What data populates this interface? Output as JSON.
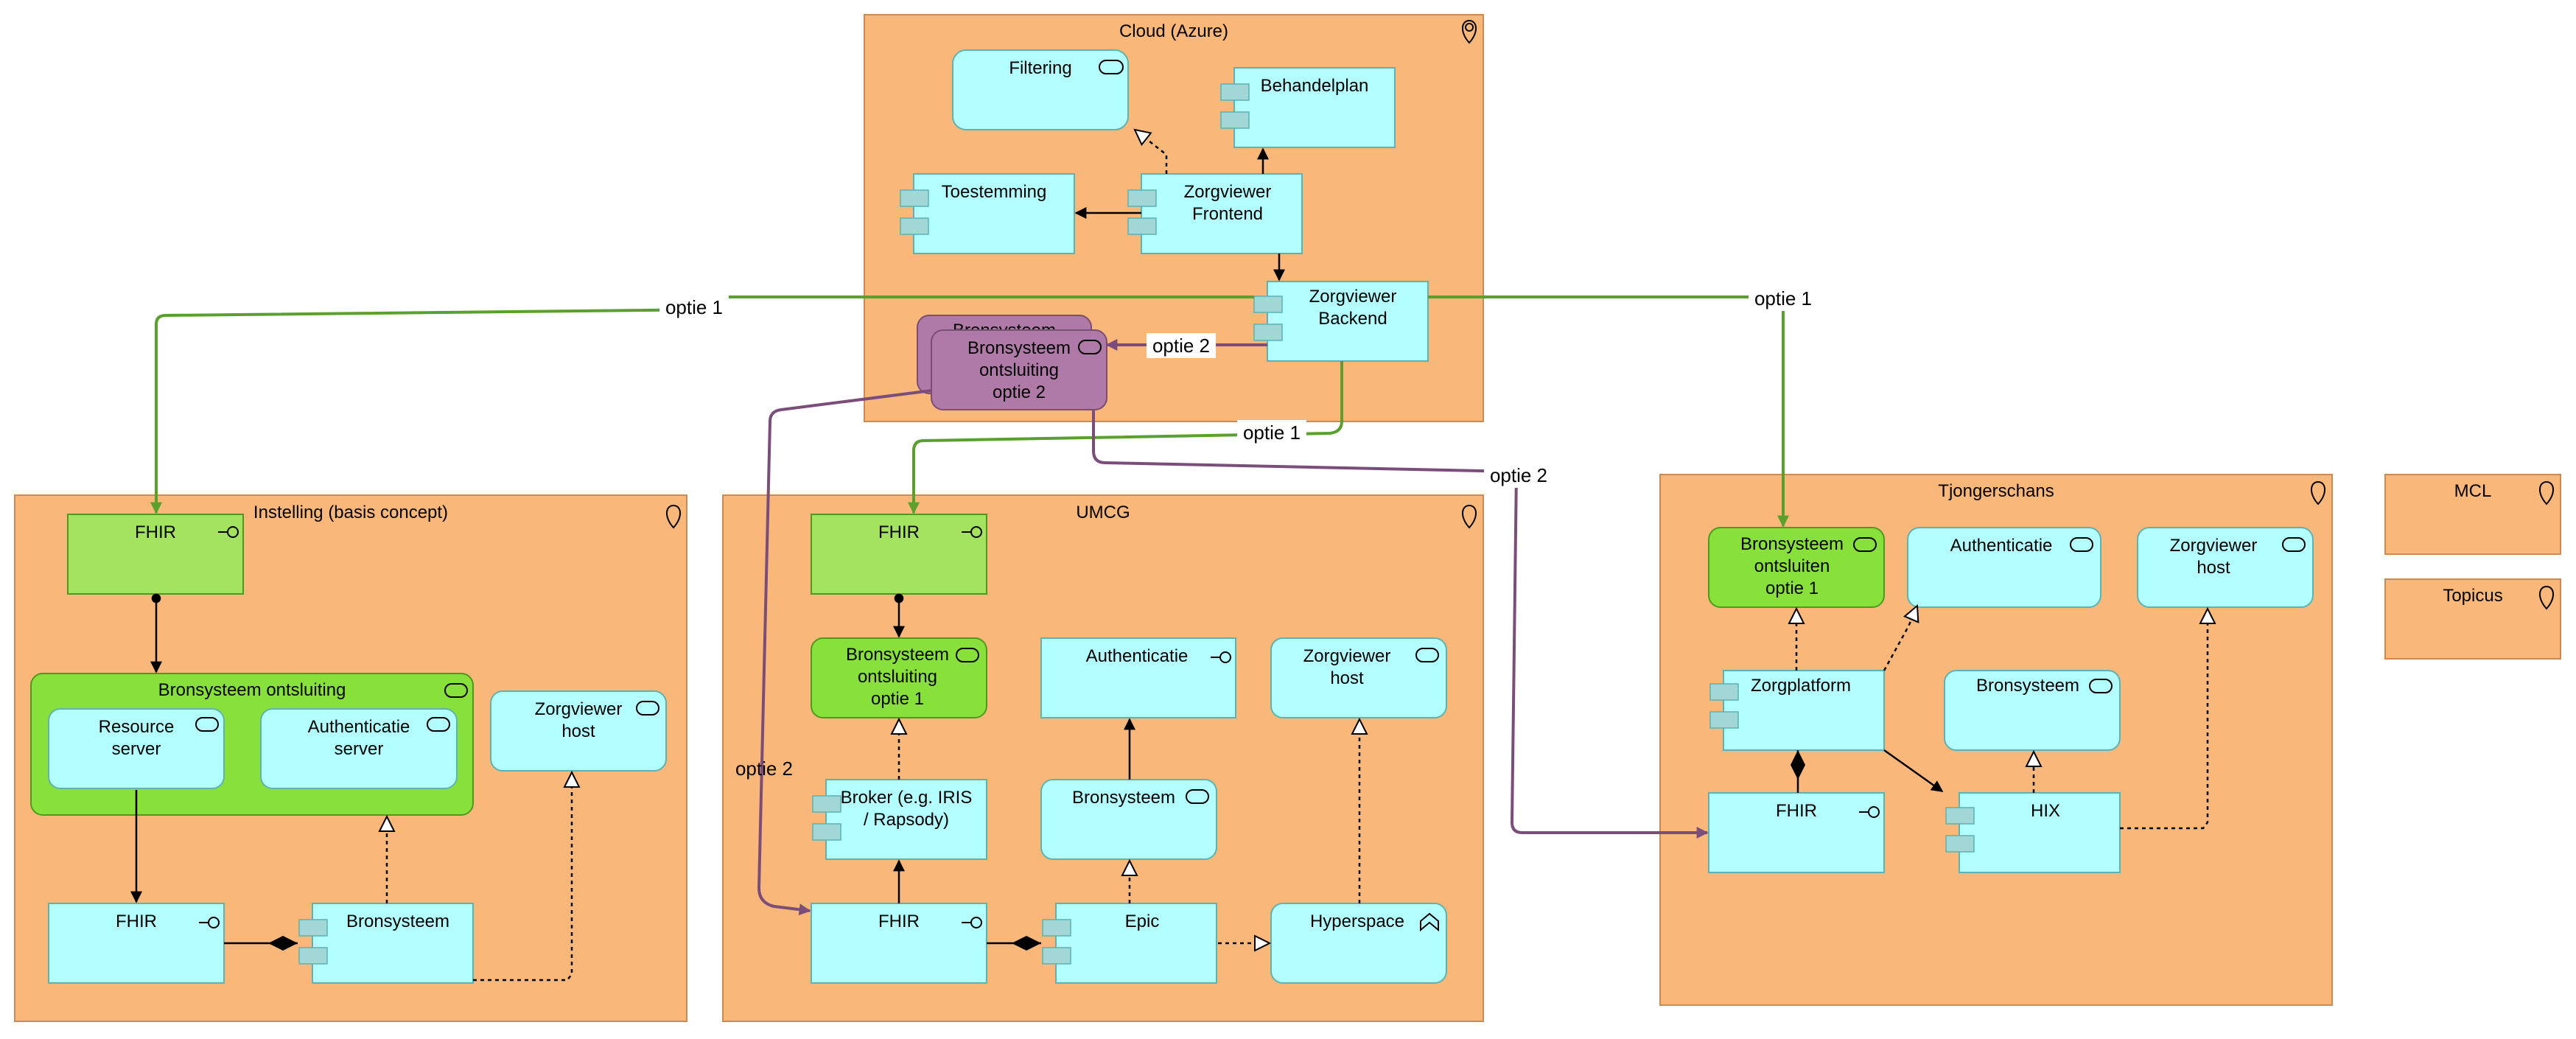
{
  "diagram": {
    "groups": {
      "cloud": "Cloud (Azure)",
      "instelling": "Instelling (basis concept)",
      "umcg": "UMCG",
      "tjongerschans": "Tjongerschans",
      "mcl": "MCL",
      "topicus": "Topicus"
    },
    "nodes": {
      "filtering": "Filtering",
      "behandelplan": "Behandelplan",
      "toestemming": "Toestemming",
      "zorgviewer_frontend": [
        "Zorgviewer",
        "Frontend"
      ],
      "zorgviewer_backend": [
        "Zorgviewer",
        "Backend"
      ],
      "bron_optie2_back": "Bronsysteem",
      "bron_optie2": [
        "Bronsysteem",
        "ontsluiting",
        "optie 2"
      ],
      "inst_fhir_top": "FHIR",
      "inst_bron_ontsluiting": "Bronsysteem ontsluiting",
      "inst_resource_server": [
        "Resource",
        "server"
      ],
      "inst_auth_server": [
        "Authenticatie",
        "server"
      ],
      "inst_zv_host": [
        "Zorgviewer",
        "host"
      ],
      "inst_fhir_bottom": "FHIR",
      "inst_bronsysteem": "Bronsysteem",
      "umcg_fhir_top": "FHIR",
      "umcg_bron_optie1": [
        "Bronsysteem",
        "ontsluiting",
        "optie 1"
      ],
      "umcg_auth": "Authenticatie",
      "umcg_zv_host": [
        "Zorgviewer",
        "host"
      ],
      "umcg_broker": [
        "Broker (e.g. IRIS",
        "/ Rapsody)"
      ],
      "umcg_bronsysteem": "Bronsysteem",
      "umcg_fhir_bottom": "FHIR",
      "umcg_epic": "Epic",
      "umcg_hyperspace": "Hyperspace",
      "tj_bron_optie1": [
        "Bronsysteem",
        "ontsluiten",
        "optie 1"
      ],
      "tj_auth": "Authenticatie",
      "tj_zv_host": [
        "Zorgviewer",
        "host"
      ],
      "tj_zorgplatform": "Zorgplatform",
      "tj_bronsysteem": "Bronsysteem",
      "tj_fhir": "FHIR",
      "tj_hix": "HIX"
    },
    "edge_labels": {
      "optie1_left": "optie 1",
      "optie1_right": "optie 1",
      "optie1_mid": "optie 1",
      "optie2_top": "optie 2",
      "optie2_left": "optie 2",
      "optie2_right": "optie 2"
    },
    "colors": {
      "group_fill": "#f9b77a",
      "group_stroke": "#c98a55",
      "app_fill": "#b3ffff",
      "app_stroke": "#5bb3b3",
      "bus_fill": "#88e13a",
      "bus_stroke": "#4d9a1f",
      "light_green": "#a3e35f",
      "purple_fill": "#b07aa8",
      "purple_stroke": "#7a4d72",
      "green_line": "#5aa02c",
      "purple_line": "#7a4d7a"
    }
  }
}
